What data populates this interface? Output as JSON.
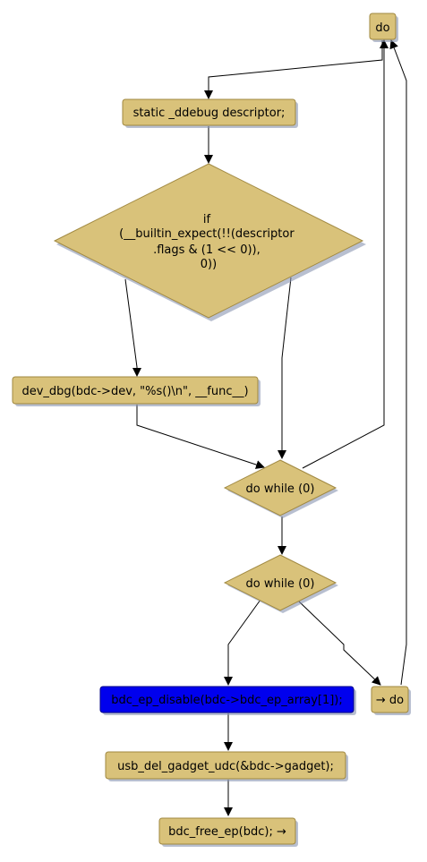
{
  "colors": {
    "node_fill": "#d9c27a",
    "node_stroke": "#a08840",
    "shadow": "#8895b0",
    "highlight_fill": "#0000ee",
    "highlight_stroke": "#000088",
    "edge": "#000000"
  },
  "nodes": {
    "do_top": "do",
    "static_ddebug": "static _ddebug descriptor;",
    "if_lines": [
      "if",
      "(__builtin_expect(!!(descriptor",
      ".flags & (1 << 0)),",
      "0))"
    ],
    "dev_dbg": "dev_dbg(bdc->dev, \"%s()\\n\", __func__)",
    "do_while_1": "do while (0)",
    "do_while_2": "do while (0)",
    "bdc_ep_disable": "bdc_ep_disable(bdc->bdc_ep_array[1]);",
    "goto_do": "→ do",
    "usb_del": "usb_del_gadget_udc(&bdc->gadget);",
    "bdc_free": "bdc_free_ep(bdc); →"
  }
}
